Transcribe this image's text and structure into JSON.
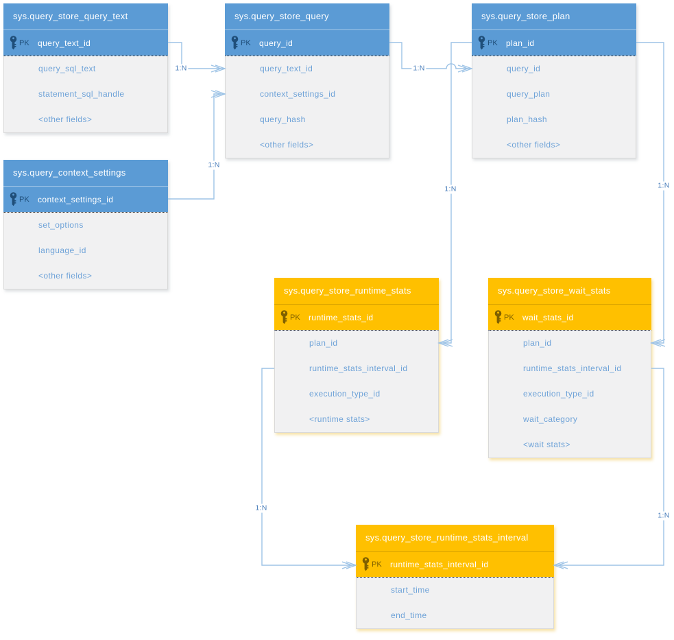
{
  "diagram": {
    "kind": "entity-relationship-diagram",
    "subject": "SQL Server Query Store catalog views"
  },
  "palette": {
    "blue_header": "#5B9BD5",
    "blue_pk_accent": "#1F4E79",
    "orange_header": "#FFC000",
    "orange_pk_accent": "#7F6000",
    "body_background": "#F1F1F2",
    "body_border": "#D9D9D9",
    "field_text": "#6FA3D8",
    "header_text": "#FFFFFF",
    "connector_line": "#9DC3E6",
    "cardinality_text": "#4A7EBB"
  },
  "tables": [
    {
      "title": "sys.query_store_query_text",
      "theme": "blue",
      "pk_label": "PK",
      "pk_field": "query_text_id",
      "fields": [
        "query_sql_text",
        "statement_sql_handle",
        "<other fields>"
      ]
    },
    {
      "title": "sys.query_store_query",
      "theme": "blue",
      "pk_label": "PK",
      "pk_field": "query_id",
      "fields": [
        "query_text_id",
        "context_settings_id",
        "query_hash",
        "<other fields>"
      ]
    },
    {
      "title": "sys.query_store_plan",
      "theme": "blue",
      "pk_label": "PK",
      "pk_field": "plan_id",
      "fields": [
        "query_id",
        "query_plan",
        "plan_hash",
        "<other fields>"
      ]
    },
    {
      "title": "sys.query_context_settings",
      "theme": "blue",
      "pk_label": "PK",
      "pk_field": "context_settings_id",
      "fields": [
        "set_options",
        "language_id",
        "<other fields>"
      ]
    },
    {
      "title": "sys.query_store_runtime_stats",
      "theme": "orange",
      "pk_label": "PK",
      "pk_field": "runtime_stats_id",
      "fields": [
        "plan_id",
        "runtime_stats_interval_id",
        "execution_type_id",
        "<runtime stats>"
      ]
    },
    {
      "title": "sys.query_store_wait_stats",
      "theme": "orange",
      "pk_label": "PK",
      "pk_field": "wait_stats_id",
      "fields": [
        "plan_id",
        "runtime_stats_interval_id",
        "execution_type_id",
        "wait_category",
        "<wait stats>"
      ]
    },
    {
      "title": "sys.query_store_runtime_stats_interval",
      "theme": "orange",
      "pk_label": "PK",
      "pk_field": "runtime_stats_interval_id",
      "fields": [
        "start_time",
        "end_time"
      ]
    }
  ],
  "relationships": [
    {
      "label": "1:N",
      "from": "sys.query_store_query_text.query_text_id",
      "to": "sys.query_store_query.query_text_id"
    },
    {
      "label": "1:N",
      "from": "sys.query_context_settings.context_settings_id",
      "to": "sys.query_store_query.context_settings_id"
    },
    {
      "label": "1:N",
      "from": "sys.query_store_query.query_id",
      "to": "sys.query_store_plan.query_id"
    },
    {
      "label": "1:N",
      "from": "sys.query_store_plan.plan_id",
      "to": "sys.query_store_runtime_stats.plan_id"
    },
    {
      "label": "1:N",
      "from": "sys.query_store_plan.plan_id",
      "to": "sys.query_store_wait_stats.plan_id"
    },
    {
      "label": "1:N",
      "from": "sys.query_store_runtime_stats.runtime_stats_interval_id",
      "to": "sys.query_store_runtime_stats_interval.runtime_stats_interval_id"
    },
    {
      "label": "1:N",
      "from": "sys.query_store_wait_stats.runtime_stats_interval_id",
      "to": "sys.query_store_runtime_stats_interval.runtime_stats_interval_id"
    }
  ]
}
